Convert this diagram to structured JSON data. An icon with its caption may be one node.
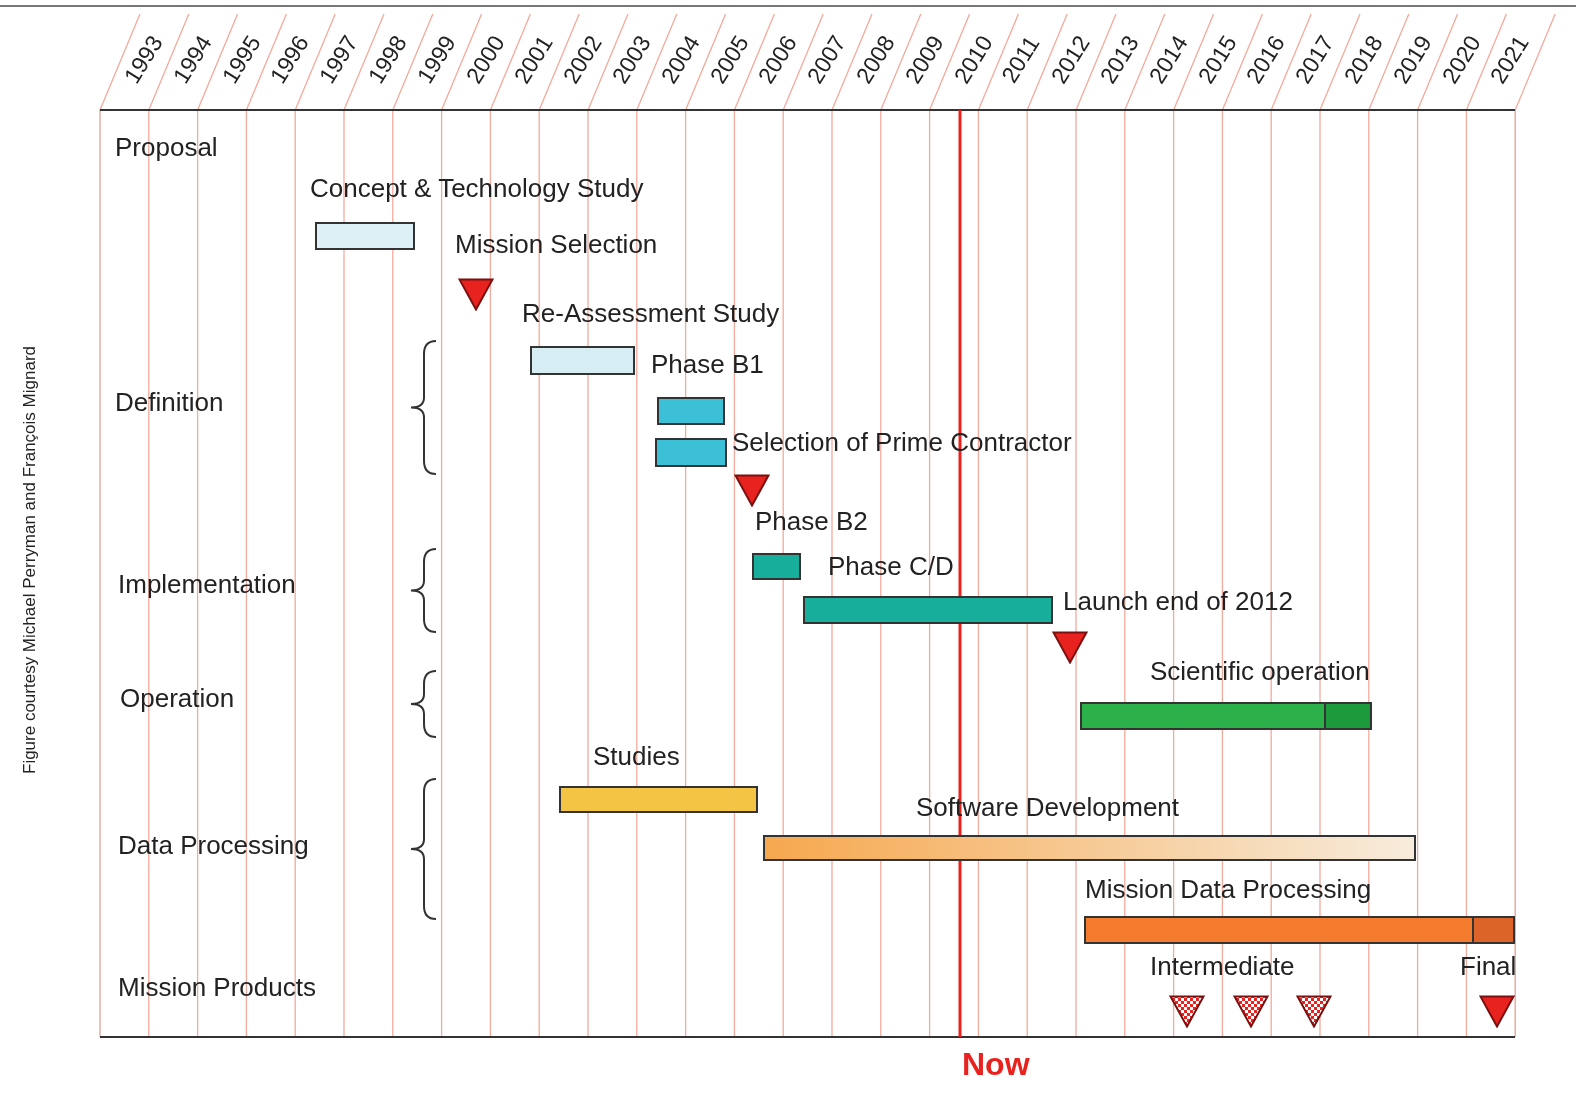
{
  "diagram": {
    "nodes": [
      {
        "text": [
          "Concept & Technology Study"
        ]
      },
      {
        "text": [
          "Mission Selection"
        ]
      },
      {
        "text": [
          "Re-Assessment Study"
        ]
      },
      {
        "text": [
          "Phase B1"
        ]
      },
      {
        "text": [],
        "shape": "bar"
      },
      {
        "text": [
          "Selection of Prime Contractor"
        ]
      },
      {
        "text": [
          "Phase B2"
        ]
      },
      {
        "text": [
          "Phase C/D"
        ]
      },
      {
        "text": [
          "Launch end of 2012"
        ]
      },
      {
        "text": [
          "Scientific operation"
        ]
      },
      {
        "text": [
          "Studies"
        ]
      },
      {
        "text": [
          "Software Development"
        ]
      },
      {
        "text": [
          "Mission Data Processing"
        ]
      },
      {
        "text": [],
        "shape": "triangle"
      },
      {
        "text": [],
        "shape": "triangle"
      },
      {
        "text": [],
        "shape": "triangle"
      },
      {
        "text": [
          "Final"
        ]
      }
    ],
    "labels": [
      "1993",
      "1994",
      "1995",
      "1996",
      "1997",
      "1998",
      "1999",
      "2000",
      "2001",
      "2002",
      "2003",
      "2004",
      "2005",
      "2006",
      "2007",
      "2008",
      "2009",
      "2010",
      "2011",
      "2012",
      "2013",
      "2014",
      "2015",
      "2016",
      "2017",
      "2018",
      "2019",
      "2020",
      "2021",
      "Proposal",
      "Definition",
      "Implementation",
      "Operation",
      "Data Processing",
      "Mission Products",
      "Intermediate",
      "Now",
      "Figure courtesy Michael Perryman and François Mignard"
    ]
  }
}
